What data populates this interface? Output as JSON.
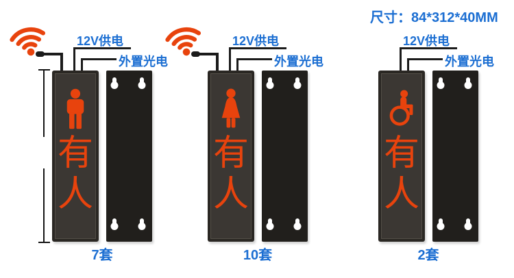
{
  "header": {
    "dimensions_label": "尺寸：84*312*40MM"
  },
  "colors": {
    "accent_orange": "#E8430D",
    "label_blue": "#1B6ED2",
    "panel_front": "#3B3733",
    "panel_frame": "#2A2723",
    "mounting_plate": "#211F1C",
    "wire_black": "#1B1B1B",
    "background": "#FFFFFF"
  },
  "units": [
    {
      "type": "male-toilet-occupancy-indicator",
      "has_wifi": true,
      "power_label": "12V供电",
      "sensor_label": "外置光电",
      "status_char_top": "有",
      "status_char_bottom": "人",
      "quantity_label": "7套",
      "icon": "male-icon"
    },
    {
      "type": "female-toilet-occupancy-indicator",
      "has_wifi": true,
      "power_label": "12V供电",
      "sensor_label": "外置光电",
      "status_char_top": "有",
      "status_char_bottom": "人",
      "quantity_label": "10套",
      "icon": "female-icon"
    },
    {
      "type": "accessible-toilet-occupancy-indicator",
      "has_wifi": false,
      "power_label": "12V供电",
      "sensor_label": "外置光电",
      "status_char_top": "有",
      "status_char_bottom": "人",
      "quantity_label": "2套",
      "icon": "wheelchair-icon"
    }
  ]
}
